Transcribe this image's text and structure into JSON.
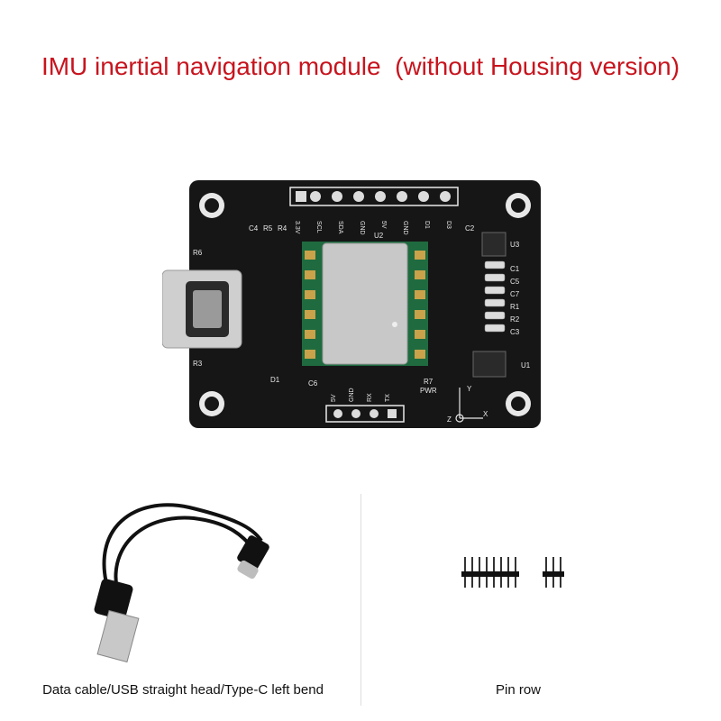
{
  "title": "IMU inertial navigation module  (without Housing version)",
  "board": {
    "top_pins": [
      "3.3V",
      "SCL",
      "SDA",
      "GND",
      "5V",
      "GND",
      "D1",
      "D3"
    ],
    "bottom_pins": [
      "5V",
      "GND",
      "RX",
      "TX"
    ],
    "refs": [
      "C4",
      "R5",
      "R4",
      "C2",
      "U3",
      "R6",
      "C1",
      "C5",
      "C7",
      "R1",
      "R2",
      "C3",
      "R3",
      "U1",
      "D1",
      "C6",
      "R7",
      "PWR",
      "U2"
    ],
    "axes": [
      "Y",
      "Z",
      "X"
    ]
  },
  "captions": {
    "cable": "Data cable/USB straight head/Type-C left bend",
    "pins": "Pin row"
  }
}
